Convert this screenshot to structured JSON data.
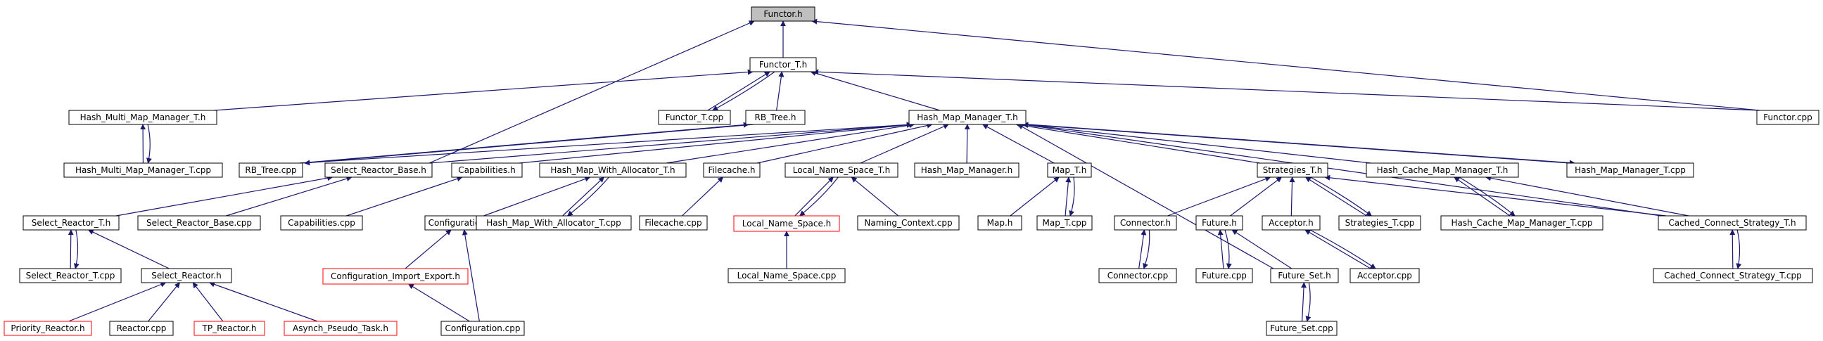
{
  "diagram": {
    "type": "include-dependency-graph",
    "colors": {
      "edge": "#191970",
      "root_fill": "#bfbfbf",
      "node_border": "#000000",
      "undocumented_border": "#ff0000"
    },
    "nodes": [
      {
        "id": "functor_h",
        "label": "Functor.h",
        "style": "root"
      },
      {
        "id": "functor_t_h",
        "label": "Functor_T.h"
      },
      {
        "id": "functor_cpp",
        "label": "Functor.cpp"
      },
      {
        "id": "hmmm_t_h",
        "label": "Hash_Multi_Map_Manager_T.h"
      },
      {
        "id": "hmmm_t_cpp",
        "label": "Hash_Multi_Map_Manager_T.cpp"
      },
      {
        "id": "functor_t_cpp",
        "label": "Functor_T.cpp"
      },
      {
        "id": "rb_tree_h",
        "label": "RB_Tree.h"
      },
      {
        "id": "hmm_t_h",
        "label": "Hash_Map_Manager_T.h"
      },
      {
        "id": "rb_tree_cpp",
        "label": "RB_Tree.cpp"
      },
      {
        "id": "srb_h",
        "label": "Select_Reactor_Base.h"
      },
      {
        "id": "capabilities_h",
        "label": "Capabilities.h"
      },
      {
        "id": "hmwa_t_h",
        "label": "Hash_Map_With_Allocator_T.h"
      },
      {
        "id": "filecache_h",
        "label": "Filecache.h"
      },
      {
        "id": "lns_t_h",
        "label": "Local_Name_Space_T.h"
      },
      {
        "id": "hmm_h",
        "label": "Hash_Map_Manager.h"
      },
      {
        "id": "map_t_h",
        "label": "Map_T.h"
      },
      {
        "id": "strategies_t_h",
        "label": "Strategies_T.h"
      },
      {
        "id": "hcmm_t_h",
        "label": "Hash_Cache_Map_Manager_T.h"
      },
      {
        "id": "hmm_t_cpp",
        "label": "Hash_Map_Manager_T.cpp"
      },
      {
        "id": "sr_t_h",
        "label": "Select_Reactor_T.h"
      },
      {
        "id": "srb_cpp",
        "label": "Select_Reactor_Base.cpp"
      },
      {
        "id": "capabilities_cpp",
        "label": "Capabilities.cpp"
      },
      {
        "id": "configuration_h",
        "label": "Configuration.h"
      },
      {
        "id": "hmwa_t_cpp",
        "label": "Hash_Map_With_Allocator_T.cpp"
      },
      {
        "id": "filecache_cpp",
        "label": "Filecache.cpp"
      },
      {
        "id": "lns_h",
        "label": "Local_Name_Space.h",
        "style": "red"
      },
      {
        "id": "naming_context_cpp",
        "label": "Naming_Context.cpp"
      },
      {
        "id": "map_h",
        "label": "Map.h"
      },
      {
        "id": "map_t_cpp",
        "label": "Map_T.cpp"
      },
      {
        "id": "connector_h",
        "label": "Connector.h"
      },
      {
        "id": "future_h",
        "label": "Future.h"
      },
      {
        "id": "acceptor_h",
        "label": "Acceptor.h"
      },
      {
        "id": "strategies_t_cpp",
        "label": "Strategies_T.cpp"
      },
      {
        "id": "hcmm_t_cpp",
        "label": "Hash_Cache_Map_Manager_T.cpp"
      },
      {
        "id": "ccs_t_h",
        "label": "Cached_Connect_Strategy_T.h"
      },
      {
        "id": "sr_t_cpp",
        "label": "Select_Reactor_T.cpp"
      },
      {
        "id": "select_reactor_h",
        "label": "Select_Reactor.h"
      },
      {
        "id": "cie_h",
        "label": "Configuration_Import_Export.h",
        "style": "red"
      },
      {
        "id": "lns_cpp",
        "label": "Local_Name_Space.cpp"
      },
      {
        "id": "connector_cpp",
        "label": "Connector.cpp"
      },
      {
        "id": "future_cpp",
        "label": "Future.cpp"
      },
      {
        "id": "future_set_h",
        "label": "Future_Set.h"
      },
      {
        "id": "acceptor_cpp",
        "label": "Acceptor.cpp"
      },
      {
        "id": "ccs_t_cpp",
        "label": "Cached_Connect_Strategy_T.cpp"
      },
      {
        "id": "priority_reactor_h",
        "label": "Priority_Reactor.h",
        "style": "red"
      },
      {
        "id": "reactor_cpp",
        "label": "Reactor.cpp"
      },
      {
        "id": "tp_reactor_h",
        "label": "TP_Reactor.h",
        "style": "red"
      },
      {
        "id": "apt_h",
        "label": "Asynch_Pseudo_Task.h",
        "style": "red"
      },
      {
        "id": "configuration_cpp",
        "label": "Configuration.cpp"
      },
      {
        "id": "future_set_cpp",
        "label": "Future_Set.cpp"
      }
    ],
    "edges": [
      [
        "functor_t_h",
        "functor_h"
      ],
      [
        "functor_cpp",
        "functor_h"
      ],
      [
        "srb_h",
        "functor_h"
      ],
      [
        "functor_t_cpp",
        "functor_t_h"
      ],
      [
        "rb_tree_h",
        "functor_t_h"
      ],
      [
        "hmmm_t_h",
        "functor_t_h"
      ],
      [
        "hmm_t_h",
        "functor_t_h"
      ],
      [
        "functor_cpp",
        "functor_t_h"
      ],
      [
        "functor_t_h",
        "functor_t_cpp"
      ],
      [
        "hmmm_t_cpp",
        "hmmm_t_h"
      ],
      [
        "hmmm_t_h",
        "hmmm_t_cpp"
      ],
      [
        "rb_tree_cpp",
        "rb_tree_h"
      ],
      [
        "rb_tree_h",
        "rb_tree_cpp"
      ],
      [
        "rb_tree_cpp",
        "hmm_t_h"
      ],
      [
        "srb_h",
        "hmm_t_h"
      ],
      [
        "capabilities_h",
        "hmm_t_h"
      ],
      [
        "hmwa_t_h",
        "hmm_t_h"
      ],
      [
        "filecache_h",
        "hmm_t_h"
      ],
      [
        "lns_t_h",
        "hmm_t_h"
      ],
      [
        "hmm_h",
        "hmm_t_h"
      ],
      [
        "map_t_h",
        "hmm_t_h"
      ],
      [
        "strategies_t_h",
        "hmm_t_h"
      ],
      [
        "hcmm_t_h",
        "hmm_t_h"
      ],
      [
        "hmm_t_cpp",
        "hmm_t_h"
      ],
      [
        "hmm_t_h",
        "hmm_t_cpp"
      ],
      [
        "ccs_t_h",
        "hmm_t_h"
      ],
      [
        "future_set_h",
        "hmm_t_h"
      ],
      [
        "sr_t_h",
        "srb_h"
      ],
      [
        "srb_cpp",
        "srb_h"
      ],
      [
        "capabilities_cpp",
        "capabilities_h"
      ],
      [
        "configuration_h",
        "hmwa_t_h"
      ],
      [
        "hmwa_t_cpp",
        "hmwa_t_h"
      ],
      [
        "hmwa_t_h",
        "hmwa_t_cpp"
      ],
      [
        "filecache_cpp",
        "filecache_h"
      ],
      [
        "lns_h",
        "lns_t_h"
      ],
      [
        "lns_t_h",
        "lns_h"
      ],
      [
        "naming_context_cpp",
        "lns_t_h"
      ],
      [
        "map_h",
        "map_t_h"
      ],
      [
        "map_t_cpp",
        "map_t_h"
      ],
      [
        "map_t_h",
        "map_t_cpp"
      ],
      [
        "connector_h",
        "strategies_t_h"
      ],
      [
        "future_h",
        "strategies_t_h"
      ],
      [
        "acceptor_h",
        "strategies_t_h"
      ],
      [
        "strategies_t_cpp",
        "strategies_t_h"
      ],
      [
        "strategies_t_h",
        "strategies_t_cpp"
      ],
      [
        "ccs_t_h",
        "strategies_t_h"
      ],
      [
        "hcmm_t_cpp",
        "hcmm_t_h"
      ],
      [
        "hcmm_t_h",
        "hcmm_t_cpp"
      ],
      [
        "ccs_t_h",
        "hcmm_t_h"
      ],
      [
        "sr_t_cpp",
        "sr_t_h"
      ],
      [
        "sr_t_h",
        "sr_t_cpp"
      ],
      [
        "select_reactor_h",
        "sr_t_h"
      ],
      [
        "cie_h",
        "configuration_h"
      ],
      [
        "configuration_cpp",
        "configuration_h"
      ],
      [
        "configuration_cpp",
        "cie_h"
      ],
      [
        "lns_cpp",
        "lns_h"
      ],
      [
        "connector_cpp",
        "connector_h"
      ],
      [
        "connector_h",
        "connector_cpp"
      ],
      [
        "future_cpp",
        "future_h"
      ],
      [
        "future_h",
        "future_cpp"
      ],
      [
        "future_set_h",
        "future_h"
      ],
      [
        "acceptor_cpp",
        "acceptor_h"
      ],
      [
        "acceptor_h",
        "acceptor_cpp"
      ],
      [
        "future_set_cpp",
        "future_set_h"
      ],
      [
        "future_set_h",
        "future_set_cpp"
      ],
      [
        "ccs_t_cpp",
        "ccs_t_h"
      ],
      [
        "ccs_t_h",
        "ccs_t_cpp"
      ],
      [
        "priority_reactor_h",
        "select_reactor_h"
      ],
      [
        "reactor_cpp",
        "select_reactor_h"
      ],
      [
        "tp_reactor_h",
        "select_reactor_h"
      ],
      [
        "apt_h",
        "select_reactor_h"
      ]
    ]
  }
}
